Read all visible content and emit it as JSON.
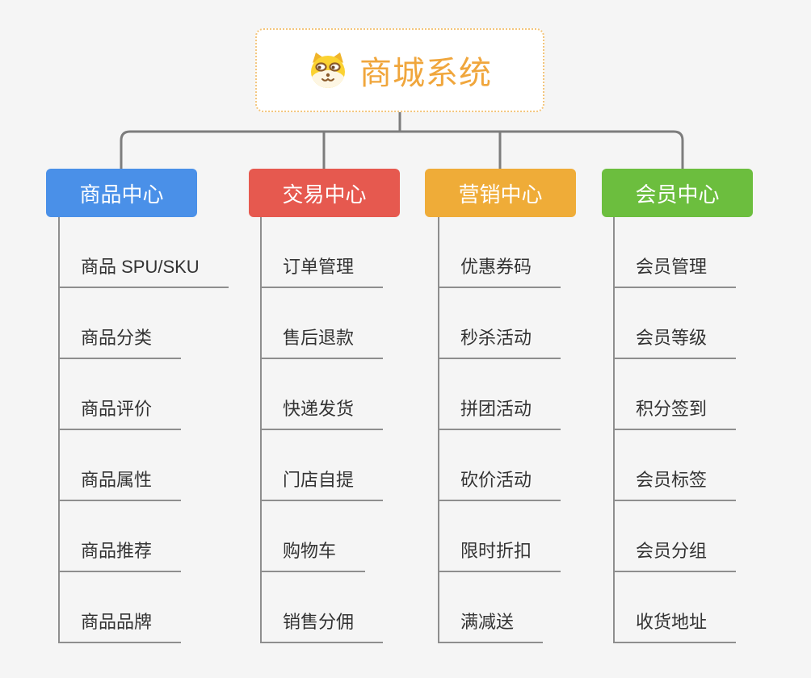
{
  "root": {
    "label": "商城系统",
    "icon": "doge-icon"
  },
  "colors": {
    "background": "#f5f5f5",
    "connector": "#7d7d7d",
    "leaf_line": "#8e8e8e",
    "leaf_text": "#333333",
    "root_text": "#f0a63c",
    "root_border": "#f3c57c"
  },
  "branches": [
    {
      "label": "商品中心",
      "color": "#4a90e8",
      "items": [
        "商品 SPU/SKU",
        "商品分类",
        "商品评价",
        "商品属性",
        "商品推荐",
        "商品品牌"
      ]
    },
    {
      "label": "交易中心",
      "color": "#e6594f",
      "items": [
        "订单管理",
        "售后退款",
        "快递发货",
        "门店自提",
        "购物车",
        "销售分佣"
      ]
    },
    {
      "label": "营销中心",
      "color": "#efac38",
      "items": [
        "优惠券码",
        "秒杀活动",
        "拼团活动",
        "砍价活动",
        "限时折扣",
        "满减送"
      ]
    },
    {
      "label": "会员中心",
      "color": "#6cbe3e",
      "items": [
        "会员管理",
        "会员等级",
        "积分签到",
        "会员标签",
        "会员分组",
        "收货地址"
      ]
    }
  ]
}
